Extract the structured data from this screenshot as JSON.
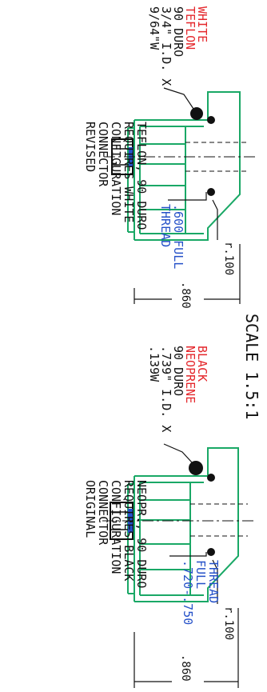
{
  "colors": {
    "green": "#1aa866",
    "red": "#e4262b",
    "blue": "#2450c8",
    "black": "#111111"
  },
  "scale_text": "SCALE 1.5:1",
  "top": {
    "oring_lines": [
      "WHITE",
      "TEFLON",
      "90 DURO",
      "3/4\" I.D. X",
      "9/64\"W"
    ],
    "thread_lines": [
      ".600 FULL",
      "THREAD"
    ],
    "radius": "r.100",
    "length": ".860",
    "note_lines": [
      "REVISED",
      "CONNECTOR",
      "CONFIGURATION",
      "REQUIRES WHITE",
      "TEFLON, 90 DURO"
    ]
  },
  "bottom": {
    "oring_lines": [
      "BLACK",
      "NEOPRENE",
      "90 DURO",
      ".739\" I.D. X",
      ".139W"
    ],
    "thread_lines": [
      ".720-.750",
      "FULL",
      "THREAD"
    ],
    "radius": "r.100",
    "length": ".860",
    "note_lines": [
      "ORIGINAL",
      "CONNECTOR",
      "CONFIGURATION",
      "REQUIRES BLACK",
      "NEOPR., 90 DURO"
    ]
  }
}
